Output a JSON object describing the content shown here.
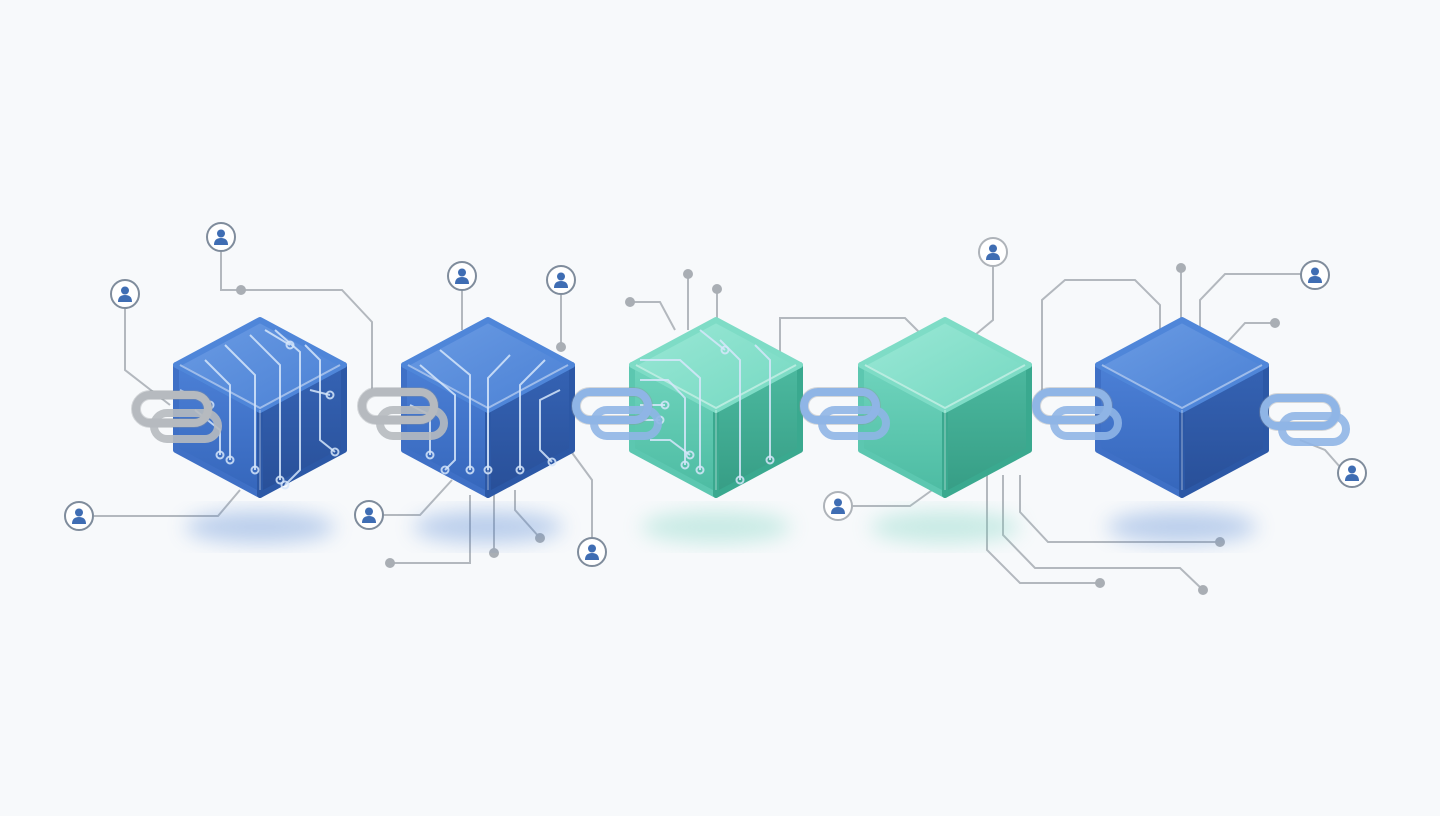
{
  "diagram": {
    "type": "blockchain-network-illustration",
    "colors": {
      "background": "#f7f9fb",
      "blue_top": "#4f86d9",
      "blue_left": "#3f70c6",
      "blue_right": "#2c58a6",
      "teal_top": "#7edcc6",
      "teal_left": "#5cc7b0",
      "teal_right": "#3aa98f",
      "circuit_line": "#cfe0f6",
      "connector_line": "#b3b8be",
      "connector_dot": "#a9aeb4",
      "link_gray": "#b6babf",
      "link_blue": "#8fb5e6",
      "user_icon": "#3f6db3"
    },
    "blocks": [
      {
        "id": "block-1",
        "color": "blue",
        "pattern": "circuit"
      },
      {
        "id": "block-2",
        "color": "blue",
        "pattern": "circuit"
      },
      {
        "id": "block-3",
        "color": "teal",
        "pattern": "circuit"
      },
      {
        "id": "block-4",
        "color": "teal",
        "pattern": "plain"
      },
      {
        "id": "block-5",
        "color": "blue",
        "pattern": "plain"
      }
    ],
    "chain_links": [
      {
        "id": "link-left-end",
        "color": "gray"
      },
      {
        "id": "link-1-2",
        "color": "gray"
      },
      {
        "id": "link-2-3",
        "color": "blue"
      },
      {
        "id": "link-3-4",
        "color": "blue"
      },
      {
        "id": "link-4-5",
        "color": "blue"
      },
      {
        "id": "link-right-end",
        "color": "blue"
      }
    ],
    "user_nodes": [
      {
        "icon": "user-icon",
        "style": "blue"
      },
      {
        "icon": "user-icon",
        "style": "blue"
      },
      {
        "icon": "user-icon",
        "style": "blue"
      },
      {
        "icon": "user-icon",
        "style": "blue"
      },
      {
        "icon": "user-icon",
        "style": "blue"
      },
      {
        "icon": "user-icon",
        "style": "blue"
      },
      {
        "icon": "user-icon",
        "style": "blue"
      },
      {
        "icon": "user-icon",
        "style": "gray"
      },
      {
        "icon": "user-icon",
        "style": "gray"
      },
      {
        "icon": "user-icon",
        "style": "blue"
      },
      {
        "icon": "user-icon",
        "style": "blue"
      }
    ]
  }
}
